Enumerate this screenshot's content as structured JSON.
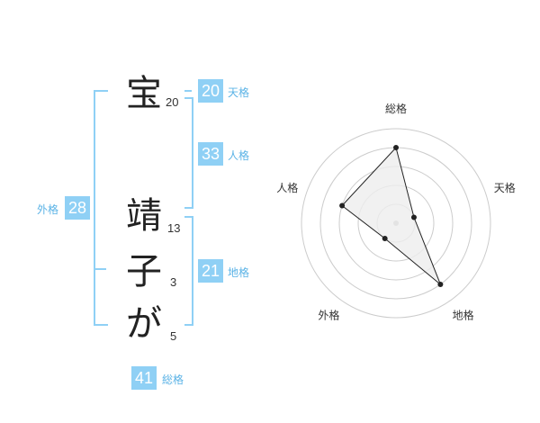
{
  "name": {
    "chars": [
      {
        "char": "宝",
        "strokes": "20"
      },
      {
        "char": "靖",
        "strokes": "13"
      },
      {
        "char": "子",
        "strokes": "3"
      },
      {
        "char": "が",
        "strokes": "5"
      }
    ]
  },
  "fortunes": {
    "tenkaku": {
      "value": "20",
      "label": "天格"
    },
    "jinkaku": {
      "value": "33",
      "label": "人格"
    },
    "chikaku": {
      "value": "21",
      "label": "地格"
    },
    "gaikaku": {
      "value": "28",
      "label": "外格"
    },
    "soukaku": {
      "value": "41",
      "label": "総格"
    }
  },
  "chart_data": {
    "type": "radar",
    "axes": [
      "総格",
      "天格",
      "地格",
      "外格",
      "人格"
    ],
    "values": [
      4,
      1,
      4,
      1,
      3
    ],
    "rmax": 5,
    "rings": 5,
    "colors": {
      "fill": "#eeeeee",
      "line": "#222222",
      "grid": "#cccccc",
      "center": "#bbbbbb"
    }
  }
}
